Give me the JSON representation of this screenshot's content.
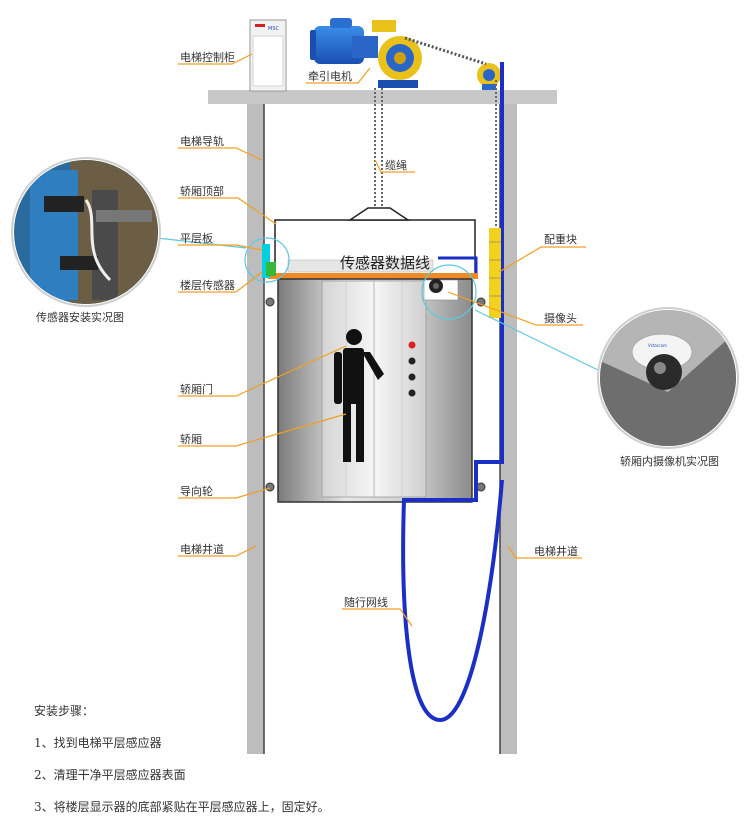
{
  "labels": {
    "control_cabinet": "电梯控制柜",
    "traction_motor": "牵引电机",
    "guide_rail": "电梯导轨",
    "cable": "缆绳",
    "car_top": "轿厢顶部",
    "counterweight": "配重块",
    "leveling_plate": "平层板",
    "sensor_data_line": "传感器数据线",
    "floor_sensor": "楼层传感器",
    "camera": "摄像头",
    "car_door": "轿厢门",
    "car": "轿厢",
    "guide_wheel": "导向轮",
    "shaft_left": "电梯井道",
    "shaft_right": "电梯井道",
    "traveling_cable": "随行网线",
    "cabinet_badge": "MSC",
    "camera_brand": "Vstarcam"
  },
  "captions": {
    "sensor_photo": "传感器安装实况图",
    "camera_photo": "轿厢内摄像机实况图"
  },
  "steps": {
    "title": "安装步骤：",
    "items": [
      "1、找到电梯平层感应器",
      "2、清理干净平层感应器表面",
      "3、将楼层显示器的底部紧贴在平层感应器上，固定好。"
    ]
  },
  "colors": {
    "accent_orange": "#f0a020",
    "cable_blue": "#1b2fc4",
    "rail_gray": "#b8b8b8",
    "sensor_cyan": "#00d0e0",
    "counterweight_yellow": "#f2d21e",
    "data_line_orange": "#f08a24",
    "leader_cyan": "#5fc8e0"
  }
}
